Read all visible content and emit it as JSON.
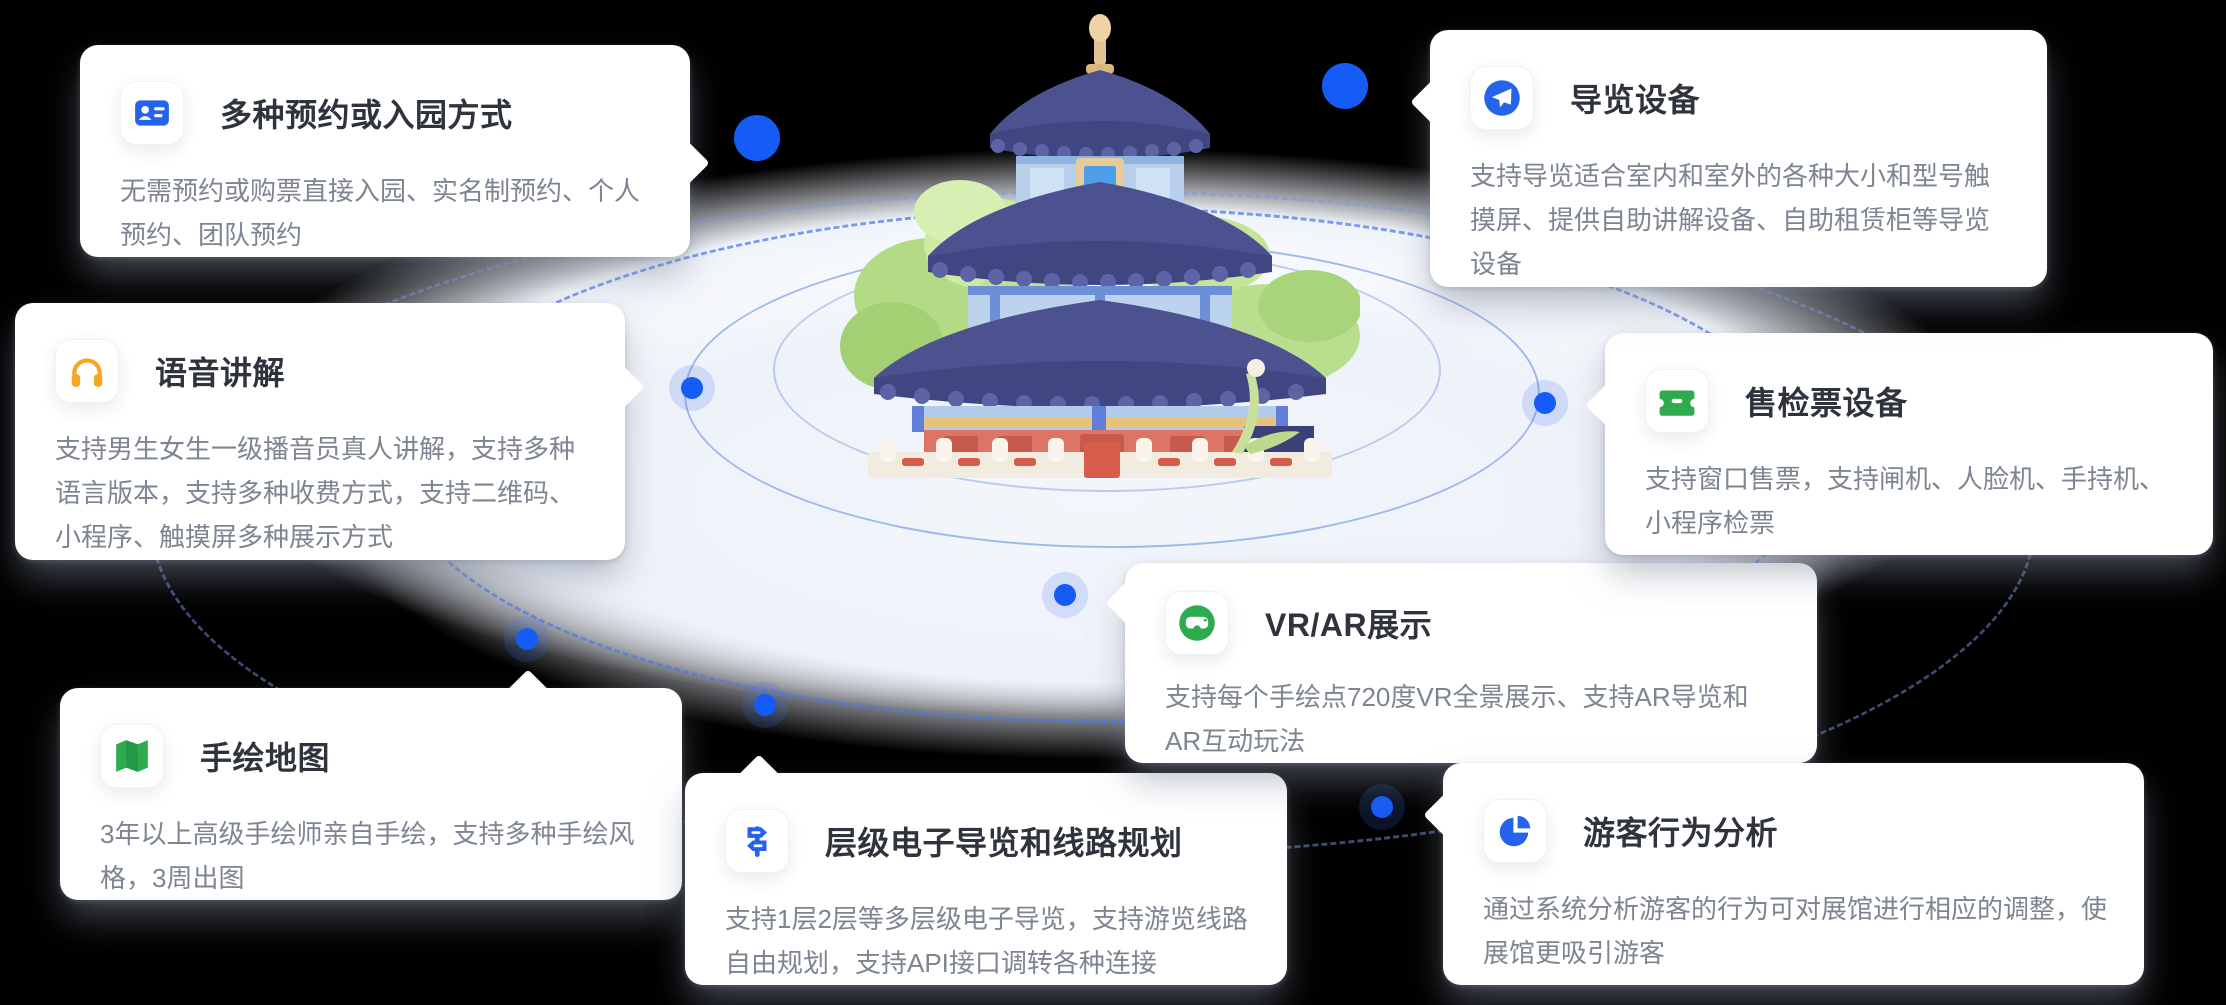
{
  "illustration": {
    "name": "temple-of-heaven-3d",
    "description": "3D 景区建筑插画"
  },
  "colors": {
    "background": "#000000",
    "primary_blue": "#2563eb",
    "dot_blue": "#155bf5",
    "orange": "#f5a623",
    "green": "#2eab4f",
    "title_text": "#2f343c",
    "desc_text": "#7d8591",
    "card_bg": "#ffffff",
    "ring_blue": "#6c94e0"
  },
  "cards": [
    {
      "icon": "idcard-icon",
      "icon_color": "#2563eb",
      "title": "多种预约或入园方式",
      "desc": "无需预约或购票直接入园、实名制预约、个人预约、团队预约"
    },
    {
      "icon": "headphones-icon",
      "icon_color": "#f5a623",
      "title": "语音讲解",
      "desc": "支持男生女生一级播音员真人讲解，支持多种语言版本，支持多种收费方式，支持二维码、小程序、触摸屏多种展示方式"
    },
    {
      "icon": "map-icon",
      "icon_color": "#2eab4f",
      "title": "手绘地图",
      "desc": "3年以上高级手绘师亲自手绘，支持多种手绘风格，3周出图"
    },
    {
      "icon": "signpost-icon",
      "icon_color": "#2563eb",
      "title": "层级电子导览和线路规划",
      "desc": "支持1层2层等多层级电子导览，支持游览线路自由规划，支持API接口调转各种连接"
    },
    {
      "icon": "vr-goggles-icon",
      "icon_color": "#2eab4f",
      "title": "VR/AR展示",
      "desc": "支持每个手绘点720度VR全景展示、支持AR导览和AR互动玩法"
    },
    {
      "icon": "ticket-icon",
      "icon_color": "#2eab4f",
      "title": "售检票设备",
      "desc": "支持窗口售票，支持闸机、人脸机、手持机、小程序检票"
    },
    {
      "icon": "navigation-icon",
      "icon_color": "#2563eb",
      "title": "导览设备",
      "desc": "支持导览适合室内和室外的各种大小和型号触摸屏、提供自助讲解设备、自助租赁柜等导览设备"
    },
    {
      "icon": "pie-chart-icon",
      "icon_color": "#2563eb",
      "title": "游客行为分析",
      "desc": "通过系统分析游客的行为可对展馆进行相应的调整，使展馆更吸引游客"
    }
  ]
}
